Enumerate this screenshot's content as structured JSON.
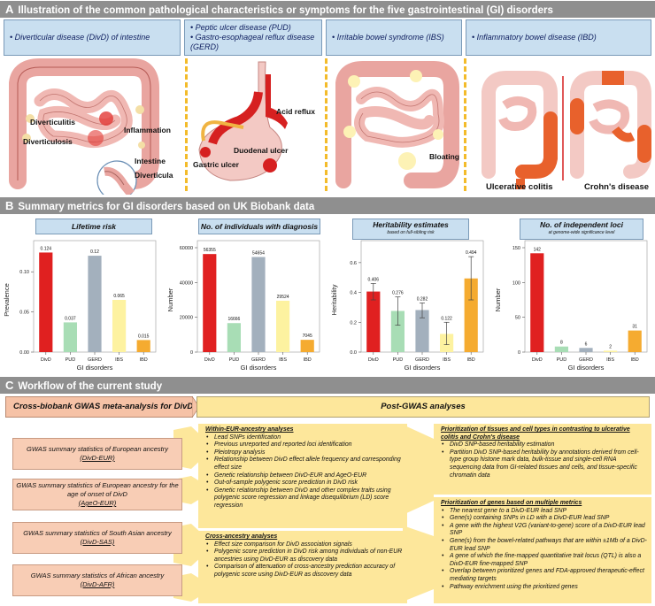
{
  "sections": {
    "a": {
      "letter": "A",
      "title": "Illustration of the common pathological characteristics or symptoms for the five gastrointestinal (GI) disorders"
    },
    "b": {
      "letter": "B",
      "title": "Summary metrics for GI disorders based on UK Biobank data"
    },
    "c": {
      "letter": "C",
      "title": "Workflow of the current study"
    }
  },
  "panel_a": {
    "disorders": [
      {
        "lines": [
          "•  Diverticular disease (DivD) of intestine"
        ]
      },
      {
        "lines": [
          "•  Peptic ulcer disease (PUD)",
          "•  Gastro-esophageal reflux disease",
          "    (GERD)"
        ]
      },
      {
        "lines": [
          "•  Irritable bowel syndrome (IBS)"
        ]
      },
      {
        "lines": [
          "•  Inflammatory bowel disease (IBD)"
        ]
      }
    ],
    "labels": {
      "diverticulitis": "Diverticulitis",
      "inflammation": "Inflammation",
      "diverticulosis": "Diverticulosis",
      "intestine": "Intestine",
      "diverticula": "Diverticula",
      "acid_reflux": "Acid reflux",
      "duodenal_ulcer": "Duodenal ulcer",
      "gastric_ulcer": "Gastric ulcer",
      "bloating": "Bloating",
      "ulcerative_colitis": "Ulcerative colitis",
      "crohns": "Crohn's disease"
    }
  },
  "colors": {
    "DivD": "#e02020",
    "PUD": "#a8ddb5",
    "GERD": "#a3b0bd",
    "IBS": "#fdf2a0",
    "IBD": "#f5ab30"
  },
  "chart_data": [
    {
      "type": "bar",
      "title": "Lifetime risk",
      "subtitle": "",
      "categories": [
        "DivD",
        "PUD",
        "GERD",
        "IBS",
        "IBD"
      ],
      "values": [
        0.124,
        0.037,
        0.12,
        0.065,
        0.015
      ],
      "labels": [
        "0.124",
        "0.037",
        "0.12",
        "0.065",
        "0.015"
      ],
      "ylim": [
        0,
        0.13
      ],
      "yticks": [
        0,
        0.05,
        0.1
      ],
      "ytick_labels": [
        "0.00",
        "0.05",
        "0.10"
      ],
      "xlabel": "GI disorders",
      "ylabel": "Prevalence"
    },
    {
      "type": "bar",
      "title": "No. of individuals with diagnosis",
      "subtitle": "",
      "categories": [
        "DivD",
        "PUD",
        "GERD",
        "IBS",
        "IBD"
      ],
      "values": [
        56355,
        16666,
        54654,
        29524,
        7045
      ],
      "labels": [
        "56355",
        "16666",
        "54654",
        "29524",
        "7045"
      ],
      "ylim": [
        0,
        60000
      ],
      "yticks": [
        0,
        20000,
        40000,
        60000
      ],
      "ytick_labels": [
        "0",
        "20000",
        "40000",
        "60000"
      ],
      "xlabel": "GI disorders",
      "ylabel": "Number"
    },
    {
      "type": "bar",
      "title": "Heritability estimates",
      "subtitle": "based on full-sibling risk",
      "categories": [
        "DivD",
        "PUD",
        "GERD",
        "IBS",
        "IBD"
      ],
      "values": [
        0.406,
        0.276,
        0.282,
        0.122,
        0.494
      ],
      "labels": [
        "0.406",
        "0.276",
        "0.282",
        "0.122",
        "0.494"
      ],
      "errors": [
        [
          0.35,
          0.46
        ],
        [
          0.18,
          0.37
        ],
        [
          0.23,
          0.33
        ],
        [
          0.05,
          0.2
        ],
        [
          0.35,
          0.64
        ]
      ],
      "ylim": [
        0,
        0.7
      ],
      "yticks": [
        0,
        0.2,
        0.4,
        0.6
      ],
      "ytick_labels": [
        "0.0",
        "0.2",
        "0.4",
        "0.6"
      ],
      "xlabel": "GI disorders",
      "ylabel": "Heritability"
    },
    {
      "type": "bar",
      "title": "No. of independent loci",
      "subtitle": "at genome-wide significance level",
      "categories": [
        "DivD",
        "PUD",
        "GERD",
        "IBS",
        "IBD"
      ],
      "values": [
        142,
        8,
        6,
        2,
        31
      ],
      "labels": [
        "142",
        "8",
        "6",
        "2",
        "31"
      ],
      "ylim": [
        0,
        150
      ],
      "yticks": [
        0,
        50,
        100,
        150
      ],
      "ytick_labels": [
        "0",
        "50",
        "100",
        "150"
      ],
      "xlabel": "GI disorders",
      "ylabel": "Number"
    }
  ],
  "panel_c": {
    "left_title": "Cross-biobank GWAS meta-analysis for DivD",
    "right_title": "Post-GWAS analyses",
    "gwas_boxes": [
      {
        "text": "GWAS summary statistics of  European ancestry",
        "tag": "(DivD-EUR)"
      },
      {
        "text": "GWAS summary statistics of European ancestry for the age of onset of DivD",
        "tag": "(AgeO-EUR)"
      },
      {
        "text": "GWAS summary statistics of South Asian ancestry",
        "tag": "(DivD-SAS)"
      },
      {
        "text": "GWAS summary statistics of African ancestry",
        "tag": "(DivD-AFR)"
      }
    ],
    "within": {
      "heading": "Within-EUR-ancestry analyses",
      "items": [
        "Lead SNPs identification",
        "Previous unreported and reported loci identification",
        "Pleiotropy analysis",
        "Relationship between DivD effect allele frequency and corresponding effect size",
        "Genetic relationship between DivD-EUR and AgeO-EUR",
        "Out-of-sample polygenic score prediction in DivD risk",
        "Genetic relationship between DivD and other complex traits using polygenic score regression and linkage disequilibrium (LD) score regression"
      ]
    },
    "cross": {
      "heading": "Cross-ancestry analyses",
      "items": [
        "Effect size comparison for DivD association signals",
        "Polygenic score prediction in DivD risk among individuals of non-EUR ancestries using DivD-EUR as discovery data",
        "Comparison of attenuation of cross-ancestry prediction accuracy of polygenic score using DivD-EUR as discovery data"
      ]
    },
    "tissues": {
      "heading": "Prioritization of tissues and cell types in contrasting to ulcerative colitis and Crohn's disease",
      "items": [
        "DivD SNP-based heritability estimation",
        "Partition DivD SNP-based heritability by annotations derived from cell-type group histone mark data, bulk-tissue and single-cell RNA sequencing data from GI-related tissues and cells, and tissue-specific chromatin data"
      ]
    },
    "genes": {
      "heading": "Prioritization of genes based on multiple metrics",
      "items": [
        "The nearest gene to a DivD-EUR lead SNP",
        "Gene(s) containing SNPs in LD with a DivD-EUR lead SNP",
        "A gene with the highest V2G (variant-to-gene) score of a DivD-EUR lead SNP",
        "Gene(s) from the bowel-related pathways that are within ±1Mb of a DivD-EUR lead SNP",
        "A gene of which the fine-mapped quantitative trait locus (QTL) is also a DivD-EUR fine-mapped SNP",
        "Overlap between prioritized genes and FDA-approved therapeutic-effect mediating targets",
        "Pathway enrichment using the prioritized genes"
      ]
    }
  }
}
